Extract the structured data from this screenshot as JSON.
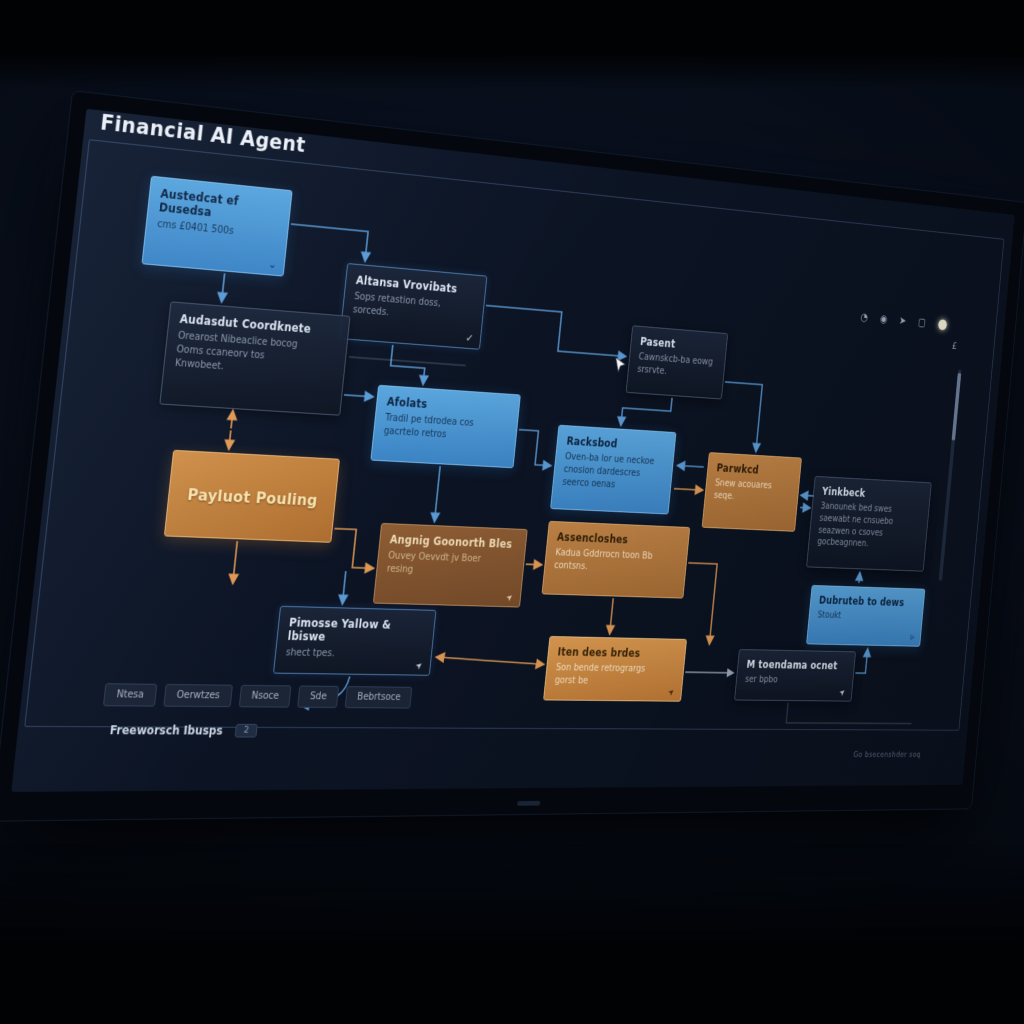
{
  "app": {
    "title": "Financial AI Agent"
  },
  "toolbar": {
    "icons": [
      {
        "name": "history",
        "glyph": "◔"
      },
      {
        "name": "user",
        "glyph": "◉"
      },
      {
        "name": "pointer",
        "glyph": "➤"
      },
      {
        "name": "frame",
        "glyph": "▢"
      },
      {
        "name": "record",
        "glyph": "●"
      }
    ],
    "side_glyph": "£"
  },
  "nodes": [
    {
      "title": "Austedcat ef Dusedsa",
      "lines": [
        "cms £0401 500s"
      ],
      "glyph": "⌄"
    },
    {
      "title": "Altansa Vrovibats",
      "lines": [
        "Sops retastion doss,",
        "sorceds."
      ],
      "glyph": "✓"
    },
    {
      "title": "Audasdut Coordknete",
      "lines": [
        "Orearost Nibeaclice bocog",
        "Ooms ccaneorv tos",
        "Knwobeet."
      ]
    },
    {
      "title": "Afolats",
      "lines": [
        "Tradil pe tdrodea cos",
        "gacrtelo retros"
      ]
    },
    {
      "title": "Pasent",
      "lines": [
        "Cawnskcb-ba eowg",
        "srsrvte."
      ]
    },
    {
      "title": "Racksbod",
      "lines": [
        "Oven-ba lor ue neckoe",
        "cnosion dardescres",
        "seerco oenas"
      ]
    },
    {
      "title": "Payluot Pouling",
      "lines": []
    },
    {
      "title": "Angnig Goonorth Bles",
      "lines": [
        "Ouvey Oevvdt jv Boer",
        "resing"
      ],
      "glyph": "➤"
    },
    {
      "title": "Assencloshes",
      "lines": [
        "Kadua Gddrrocn toon Bb",
        "contsns."
      ]
    },
    {
      "title": "Pimosse Yallow & lbiswe",
      "lines": [
        "shect tpes."
      ],
      "glyph": "➤"
    },
    {
      "title": "Iten dees brdes",
      "lines": [
        "Son bende retrogrargs",
        "gorst be"
      ],
      "glyph": "➤"
    },
    {
      "title": "Parwkcd",
      "lines": [
        "Snew acouares",
        "seqe."
      ]
    },
    {
      "title": "Yinkbeck",
      "lines": [
        "3anounek bed swes",
        "saewabt ne cnsuebo",
        "seazwen o csoves",
        "gocbeagnnen."
      ]
    },
    {
      "title": "Dubruteb to dews",
      "lines": [
        "Stoukt"
      ],
      "glyph": "▹"
    },
    {
      "title": "M toendama ocnet",
      "lines": [
        "ser bpbo"
      ],
      "glyph": "➤"
    }
  ],
  "footer": {
    "buttons": [
      "Ntesa",
      "Oerwtzes",
      "Nsoce",
      "Sde",
      "Bebrtsoce"
    ],
    "label": "Freeworsch Ibusps",
    "badge": "2"
  },
  "bezel": {
    "info_text": "Go bsecenshder soq"
  },
  "colors": {
    "accent_blue": "#5b9bd5",
    "accent_orange": "#e09a55",
    "node_blue": "#4a97d4",
    "node_orange": "#c9853f",
    "canvas_bg": "#0c1424"
  }
}
